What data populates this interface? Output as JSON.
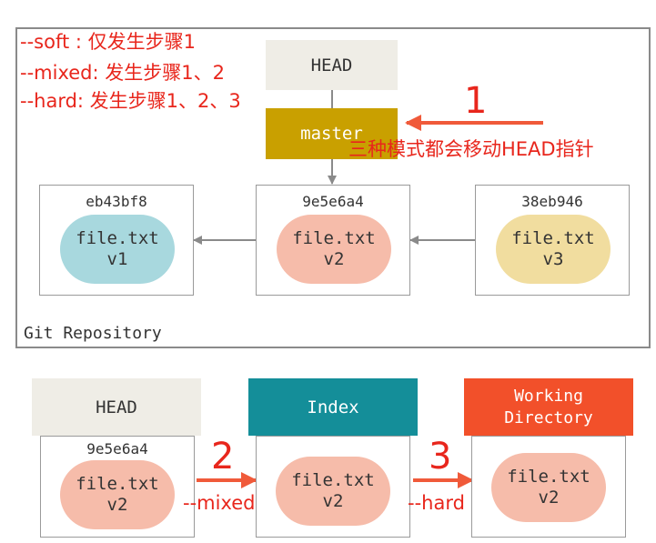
{
  "notes": [
    "--soft : 仅发生步骤1",
    "--mixed: 发生步骤1、2",
    "--hard: 发生步骤1、2、3"
  ],
  "repo": {
    "label": "Git Repository",
    "head_label": "HEAD",
    "master_label": "master",
    "step1_number": "1",
    "step1_caption": "三种模式都会移动HEAD指针",
    "commits": [
      {
        "hash": "eb43bf8",
        "file": "file.txt",
        "version": "v1"
      },
      {
        "hash": "9e5e6a4",
        "file": "file.txt",
        "version": "v2"
      },
      {
        "hash": "38eb946",
        "file": "file.txt",
        "version": "v3"
      }
    ]
  },
  "trees": {
    "head": {
      "label": "HEAD",
      "hash": "9e5e6a4",
      "file": "file.txt",
      "version": "v2"
    },
    "index": {
      "label": "Index",
      "file": "file.txt",
      "version": "v2"
    },
    "working": {
      "label_line1": "Working",
      "label_line2": "Directory",
      "file": "file.txt",
      "version": "v2"
    }
  },
  "steps": {
    "step2_number": "2",
    "step2_label": "--mixed",
    "step3_number": "3",
    "step3_label": "--hard"
  },
  "colors": {
    "head_bg": "#efede6",
    "master_bg": "#c9a000",
    "index_bg": "#148e99",
    "working_bg": "#f2502a",
    "v1_blob": "#a8d8de",
    "v2_blob": "#f6bcaa",
    "v3_blob": "#f1dd9f",
    "annotation_red": "#e8261c"
  }
}
